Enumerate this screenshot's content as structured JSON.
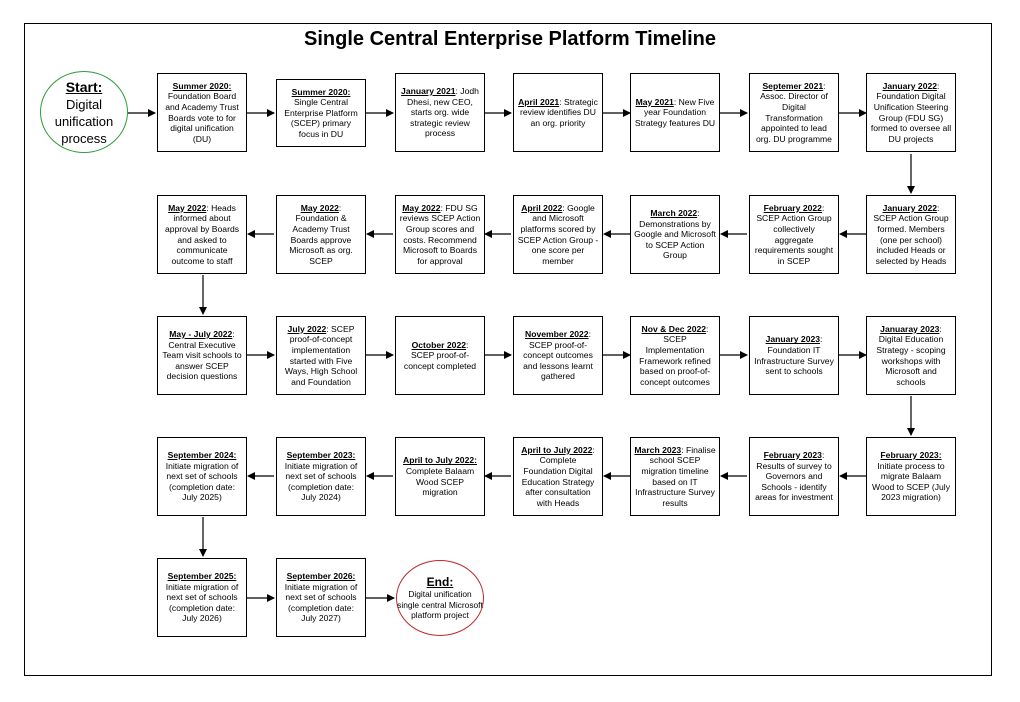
{
  "title": "Single Central Enterprise Platform Timeline",
  "start": {
    "heading": "Start:",
    "text": "Digital unification process"
  },
  "end": {
    "heading": "End:",
    "text": "Digital unification single central Microsoft platform project"
  },
  "steps": [
    {
      "date": "Summer 2020:",
      "text": " Foundation Board and Academy Trust Boards vote to for digital unification (DU)"
    },
    {
      "date": "Summer 2020:",
      "text": " Single Central Enterprise Platform (SCEP) primary focus in DU"
    },
    {
      "date": "January 2021",
      "text": ": Jodh Dhesi, new CEO, starts org. wide strategic review process"
    },
    {
      "date": "April 2021",
      "text": ": Strategic review identifies DU an org. priority"
    },
    {
      "date": "May 2021",
      "text": ": New Five year Foundation Strategy features DU"
    },
    {
      "date": "Septemer 2021",
      "text": ": Assoc. Director of Digital Transformation appointed to lead org. DU programme"
    },
    {
      "date": "January 2022",
      "text": ": Foundation Digital Unification Steering Group (FDU SG) formed to oversee all DU projects"
    },
    {
      "date": "January 2022",
      "text": ": SCEP Action Group formed. Members (one per school) included Heads or selected by Heads"
    },
    {
      "date": "February 2022",
      "text": ": SCEP Action Group collectively aggregate requirements sought in SCEP"
    },
    {
      "date": "March 2022",
      "text": ": Demonstrations by Google and Microsoft to SCEP Action Group"
    },
    {
      "date": "April 2022",
      "text": ": Google and Microsoft platforms scored by SCEP Action Group - one score per member"
    },
    {
      "date": "May 2022",
      "text": ": FDU SG reviews SCEP Action Group scores and costs. Recommend Microsoft to Boards for approval"
    },
    {
      "date": "May 2022",
      "text": ": Foundation & Academy Trust Boards approve Microsoft as org. SCEP"
    },
    {
      "date": "May 2022",
      "text": ": Heads informed about approval by Boards and asked to communicate outcome to staff"
    },
    {
      "date": "May - July 2022",
      "text": ": Central Executive Team visit schools to answer SCEP decision questions"
    },
    {
      "date": "July 2022",
      "text": ": SCEP proof-of-concept implementation started with Five Ways, High School and Foundation"
    },
    {
      "date": "October 2022",
      "text": ": SCEP proof-of-concept completed"
    },
    {
      "date": "November 2022",
      "text": ": SCEP proof-of-concept outcomes and lessons learnt gathered"
    },
    {
      "date": "Nov & Dec 2022",
      "text": ": SCEP Implementation Framework refined based on proof-of-concept outcomes"
    },
    {
      "date": "January 2023",
      "text": ": Foundation IT Infrastructure Survey sent to schools"
    },
    {
      "date": "Januaray 2023",
      "text": ": Digital Education Strategy - scoping workshops with Microsoft and schools"
    },
    {
      "date": "February 2023:",
      "text": " Initiate process to migrate Balaam Wood to SCEP (July 2023 migration)"
    },
    {
      "date": "February 2023",
      "text": ": Results of survey to Governors and Schools - identify areas for investment"
    },
    {
      "date": "March 2023",
      "text": ": Finalise school SCEP migration timeline based on IT Infrastructure Survey results"
    },
    {
      "date": "April to July 2022",
      "text": ": Complete Foundation Digital Education Strategy after consultation with Heads"
    },
    {
      "date": "April to July 2022:",
      "text": " Complete Balaam Wood SCEP migration"
    },
    {
      "date": "September 2023:",
      "text": " Initiate migration of next set of schools (completion date: July 2024)"
    },
    {
      "date": "September 2024:",
      "text": " Initiate migration of next set of schools (completion date: July 2025)"
    },
    {
      "date": "September 2025:",
      "text": " Initiate migration of next set of schools (completion date: July 2026)"
    },
    {
      "date": "September 2026:",
      "text": " Initiate migration of next set of schools (completion date: July 2027)"
    }
  ]
}
